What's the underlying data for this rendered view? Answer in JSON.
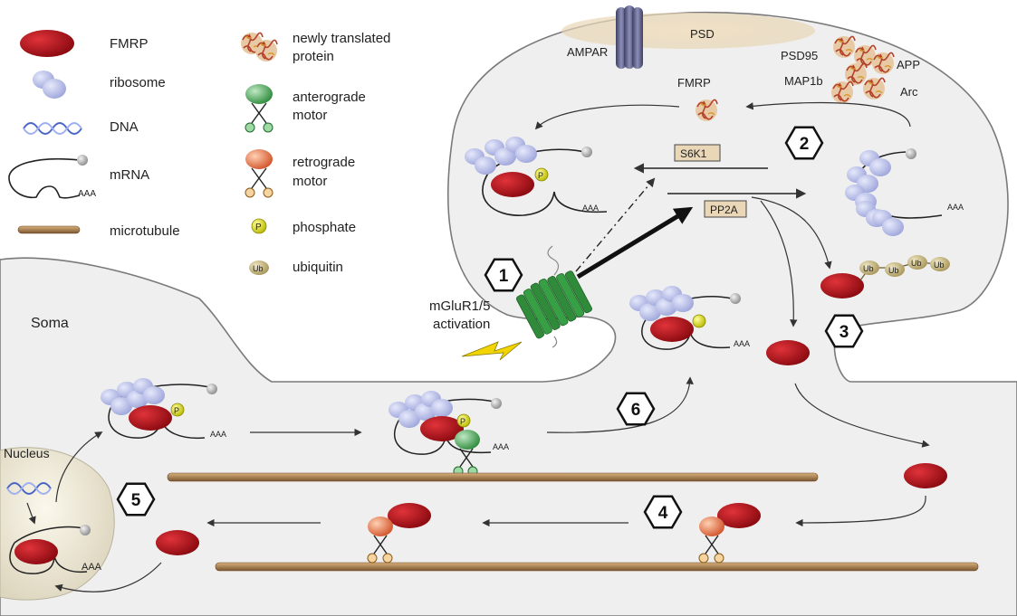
{
  "legend": {
    "fmrp": "FMRP",
    "ribosome": "ribosome",
    "dna": "DNA",
    "mrna": "mRNA",
    "microtubule": "microtubule",
    "newly_translated_line1": "newly translated",
    "newly_translated_line2": "protein",
    "anterograde_line1": "anterograde",
    "anterograde_line2": "motor",
    "retrograde_line1": "retrograde",
    "retrograde_line2": "motor",
    "phosphate": "phosphate",
    "ubiquitin": "ubiquitin"
  },
  "glyphs": {
    "aaa": "AAA",
    "p": "P",
    "ub": "Ub"
  },
  "spine": {
    "ampar": "AMPAR",
    "psd": "PSD",
    "psd95": "PSD95",
    "map1b": "MAP1b",
    "app": "APP",
    "arc": "Arc",
    "fmrp_label": "FMRP",
    "s6k1": "S6K1",
    "pp2a": "PP2A"
  },
  "cell": {
    "soma": "Soma",
    "nucleus": "Nucleus",
    "mglur_line1": "mGluR1/5",
    "mglur_line2": "activation"
  },
  "steps": [
    "1",
    "2",
    "3",
    "4",
    "5",
    "6"
  ],
  "colors": {
    "fmrp": "#a50f14",
    "ribosome": "#b9bfe8",
    "microtubule": "#a0764a",
    "phosphate": "#d6d600",
    "ubiquitin": "#cbbd86",
    "receptor": "#2f8a3a",
    "membrane_fill": "#efefef",
    "box_fill": "#ead7b8"
  }
}
